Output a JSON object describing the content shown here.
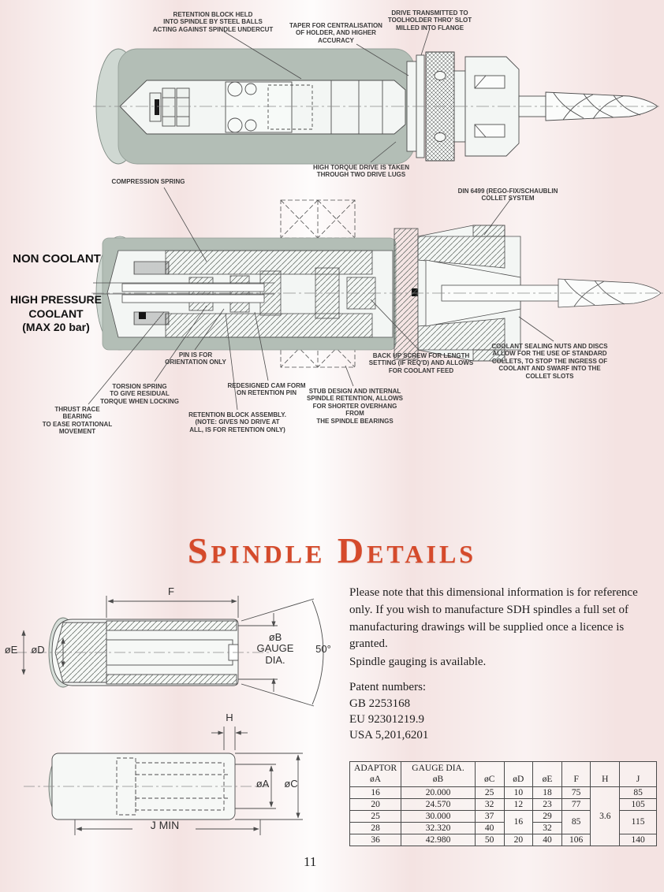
{
  "page_number": "11",
  "title": "Spindle Details",
  "colors": {
    "accent_red": "#d54a2b",
    "metal_gray": "#b3beb6",
    "metal_light": "#cfd8d2",
    "line": "#4d4d4d",
    "background_pink": "#f4e3e2"
  },
  "top_annotations": {
    "retention_block": "RETENTION BLOCK HELD\nINTO SPINDLE BY STEEL BALLS\nACTING AGAINST SPINDLE UNDERCUT",
    "taper": "TAPER FOR CENTRALISATION\nOF HOLDER, AND HIGHER\nACCURACY",
    "drive_transmitted": "DRIVE TRANSMITTED TO\nTOOLHOLDER THRO' SLOT\nMILLED INTO FLANGE",
    "high_torque": "HIGH TORQUE DRIVE IS TAKEN\nTHROUGH TWO DRIVE LUGS",
    "compression_spring": "COMPRESSION SPRING",
    "din_collet": "DIN 6499 (REGO-FIX/SCHAUBLIN\nCOLLET SYSTEM"
  },
  "side_labels": {
    "non_coolant": "NON COOLANT",
    "high_pressure": "HIGH PRESSURE\nCOOLANT\n(MAX 20 bar)"
  },
  "section_annotations": {
    "pin_orientation": "PIN IS FOR\nORIENTATION ONLY",
    "torsion_spring": "TORSION SPRING\nTO GIVE RESIDUAL\nTORQUE WHEN LOCKING",
    "thrust_race": "THRUST RACE\nBEARING\nTO EASE ROTATIONAL\nMOVEMENT",
    "retention_assembly": "RETENTION BLOCK ASSEMBLY.\n(NOTE: GIVES NO DRIVE AT\nALL, IS FOR RETENTION ONLY)",
    "cam_form": "REDESIGNED CAM FORM\nON RETENTION PIN",
    "stub_design": "STUB DESIGN AND INTERNAL\nSPINDLE RETENTION, ALLOWS\nFOR SHORTER OVERHANG FROM\nTHE SPINDLE BEARINGS",
    "backup_screw": "BACK UP SCREW FOR LENGTH\nSETTING (IF REQ'D) AND ALLOWS\nFOR COOLANT FEED",
    "coolant_sealing": "COOLANT SEALING NUTS AND DISCS\nALLOW FOR THE USE OF STANDARD\nCOLLETS, TO STOP THE INGRESS OF\nCOOLANT AND SWARF INTO THE\nCOLLET SLOTS"
  },
  "body_text": {
    "para1": "Please note that this dimensional information is for reference only. If you wish to manufacture SDH spindles a full set of manufacturing drawings will be supplied once a licence is granted.",
    "para2": "Spindle gauging is available.",
    "patents_heading": "Patent numbers:",
    "patents": [
      "GB 2253168",
      "EU 92301219.9",
      "USA 5,201,6201"
    ]
  },
  "dimension_labels": {
    "f": "F",
    "ob_gauge": "øB\nGAUGE\nDIA.",
    "angle": "50°",
    "oe": "øE",
    "od": "øD",
    "h": "H",
    "oa": "øA",
    "oc": "øC",
    "j_min": "J MIN"
  },
  "table": {
    "header": {
      "adaptor": "ADAPTOR",
      "oa": "øA",
      "gauge_dia": "GAUGE DIA.",
      "ob": "øB",
      "oc": "øC",
      "od": "øD",
      "oe": "øE",
      "f": "F",
      "h": "H",
      "j": "J"
    },
    "rows": [
      {
        "a": "16",
        "b": "20.000",
        "c": "25",
        "d": "10",
        "e": "18",
        "f": "75",
        "j": "85"
      },
      {
        "a": "20",
        "b": "24.570",
        "c": "32",
        "d": "12",
        "e": "23",
        "f": "77",
        "j": "105"
      },
      {
        "a": "25",
        "b": "30.000",
        "c": "37",
        "d": "16",
        "e": "29",
        "f": "85",
        "h": "3.6",
        "j": "115"
      },
      {
        "a": "28",
        "b": "32.320",
        "c": "40",
        "e": "32"
      },
      {
        "a": "36",
        "b": "42.980",
        "c": "50",
        "d": "20",
        "e": "40",
        "f": "106",
        "j": "140"
      }
    ]
  }
}
